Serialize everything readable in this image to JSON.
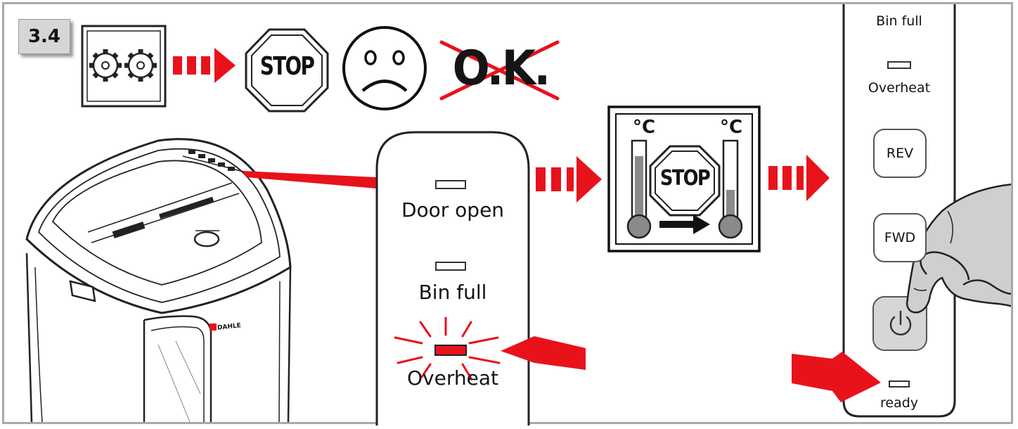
{
  "step_badge": "3.4",
  "icons": {
    "gears": "gears-icon",
    "stop": "stop-sign-icon",
    "sad": "sad-face-icon",
    "ok_crossed": "crossed-out-ok-icon",
    "temperature": "temperature-stop-icon",
    "power": "power-icon"
  },
  "top_row": {
    "stop_text": "STOP",
    "ok_text": "O.K."
  },
  "shredder": {
    "brand": "DAHLE"
  },
  "center_panel": {
    "door_open": "Door open",
    "bin_full": "Bin full",
    "overheat": "Overheat"
  },
  "temperature_box": {
    "unit_left": "°C",
    "unit_right": "°C",
    "stop_text": "STOP"
  },
  "right_panel": {
    "bin_full": "Bin full",
    "overheat": "Overheat",
    "rev_button": "REV",
    "fwd_button": "FWD",
    "ready": "ready"
  },
  "colors": {
    "accent_red": "#e8121b",
    "frame_gray": "#a9a9a9",
    "panel_gray": "#d6d6d6"
  }
}
